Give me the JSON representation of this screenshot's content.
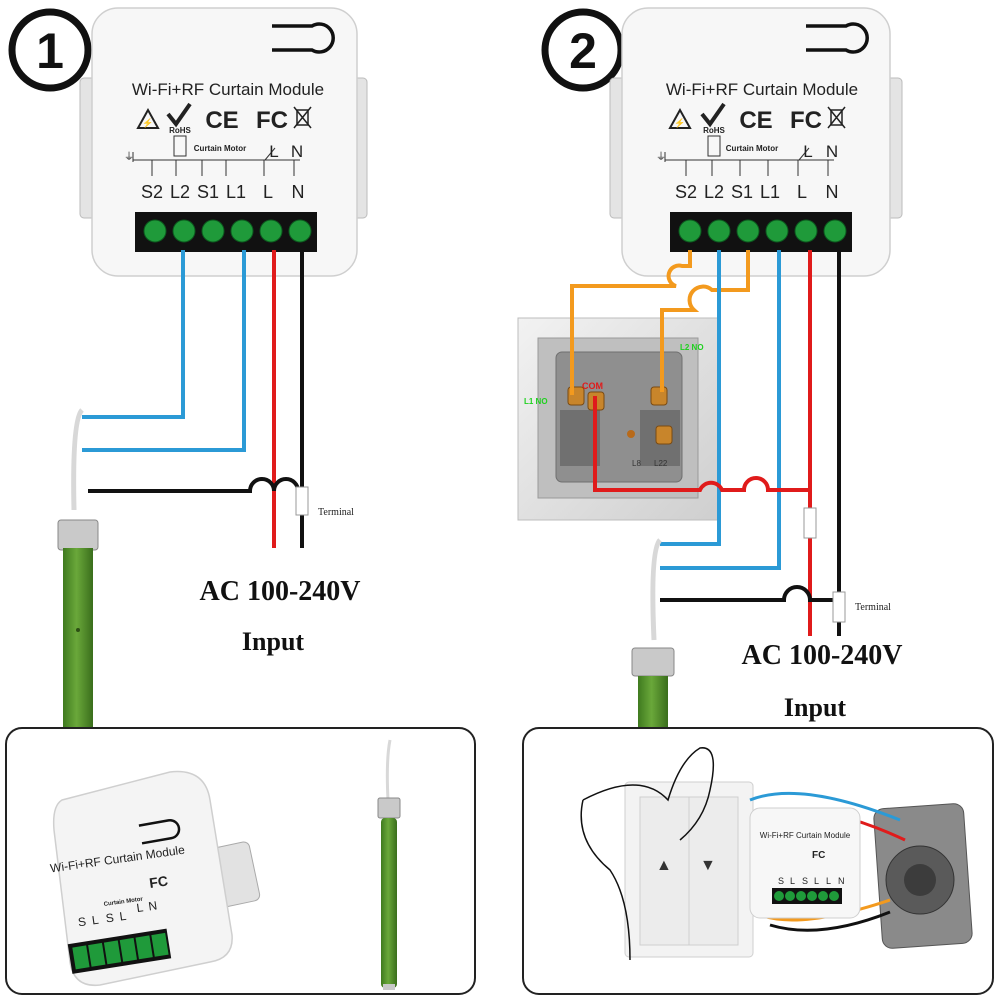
{
  "step1": {
    "number": "1",
    "module_title": "Wi-Fi+RF Curtain Module",
    "cert_rohs": "RoHS",
    "cert_ce": "CE",
    "cert_fc": "FC",
    "motor_label": "Curtain Motor",
    "schematic_l": "L",
    "schematic_n": "N",
    "terminals": [
      "S2",
      "L2",
      "S1",
      "L1",
      "L",
      "N"
    ],
    "terminal_text": "Terminal",
    "voltage": "AC 100-240V",
    "input": "Input"
  },
  "step2": {
    "number": "2",
    "module_title": "Wi-Fi+RF Curtain Module",
    "cert_rohs": "RoHS",
    "cert_ce": "CE",
    "cert_fc": "FC",
    "motor_label": "Curtain Motor",
    "schematic_l": "L",
    "schematic_n": "N",
    "terminals": [
      "S2",
      "L2",
      "S1",
      "L1",
      "L",
      "N"
    ],
    "switch_l1": "L1 NO",
    "switch_l2": "L2 NO",
    "switch_com": "COM",
    "switch_l8": "L8",
    "switch_l22": "L22",
    "terminal_text": "Terminal",
    "voltage": "AC 100-240V",
    "input": "Input"
  },
  "photo1": {
    "module_title": "Wi-Fi+RF Curtain Module",
    "motor_label": "Curtain Motor",
    "cert_fc": "FC",
    "terminals": [
      "S",
      "L",
      "S",
      "L",
      "L",
      "N"
    ]
  },
  "photo2": {
    "module_title": "Wi-Fi+RF Curtain Module",
    "cert_fc": "FC",
    "terminals": [
      "S",
      "L",
      "S",
      "L",
      "L",
      "N"
    ]
  },
  "colors": {
    "wire_blue": "#2b9ad6",
    "wire_red": "#e01b1b",
    "wire_black": "#111111",
    "wire_orange": "#f39a1e",
    "terminal_green": "#1f9a3a",
    "motor_green": "#4f8a2a"
  }
}
